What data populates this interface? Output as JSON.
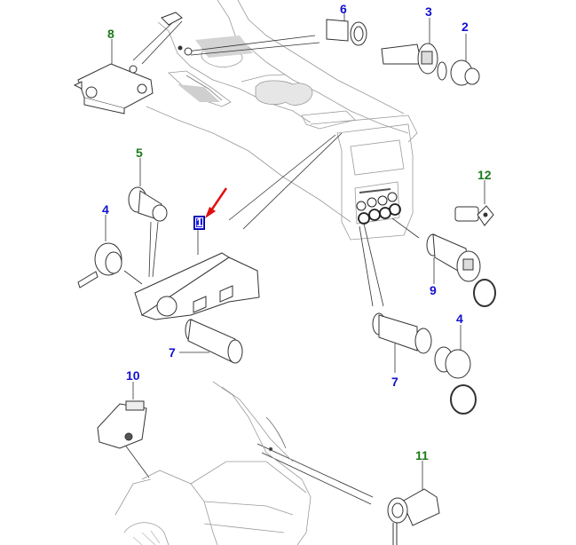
{
  "diagram": {
    "title": "Power sockets and auxiliary inputs — exploded parts diagram",
    "selected_callout": "1",
    "colors": {
      "callout_blue": "#1010d0",
      "callout_green": "#1a7a1a",
      "selected_bg": "#1a1ad8",
      "arrow": "#e01010",
      "line": "#222222",
      "sketch": "#9a9a9a"
    },
    "callouts": [
      {
        "id": "c1",
        "label": "1",
        "part": "console-socket-panel",
        "color": "selected"
      },
      {
        "id": "c2",
        "label": "2",
        "part": "cigar-lighter",
        "color": "blue"
      },
      {
        "id": "c3",
        "label": "3",
        "part": "usb-socket-front",
        "color": "blue"
      },
      {
        "id": "c4a",
        "label": "4",
        "part": "power-socket-cap-left",
        "color": "blue"
      },
      {
        "id": "c4b",
        "label": "4",
        "part": "power-socket-cap-right",
        "color": "blue"
      },
      {
        "id": "c5",
        "label": "5",
        "part": "socket-insert",
        "color": "green"
      },
      {
        "id": "c6",
        "label": "6",
        "part": "power-socket-front",
        "color": "blue"
      },
      {
        "id": "c7a",
        "label": "7",
        "part": "power-socket-rear-left",
        "color": "blue"
      },
      {
        "id": "c7b",
        "label": "7",
        "part": "power-socket-rear-right",
        "color": "blue"
      },
      {
        "id": "c8",
        "label": "8",
        "part": "media-hub-module",
        "color": "green"
      },
      {
        "id": "c9",
        "label": "9",
        "part": "usb-socket-rear",
        "color": "blue"
      },
      {
        "id": "c10",
        "label": "10",
        "part": "inverter-module",
        "color": "blue"
      },
      {
        "id": "c11",
        "label": "11",
        "part": "luggage-power-socket",
        "color": "green"
      },
      {
        "id": "c12",
        "label": "12",
        "part": "hdmi-socket",
        "color": "green"
      }
    ]
  }
}
